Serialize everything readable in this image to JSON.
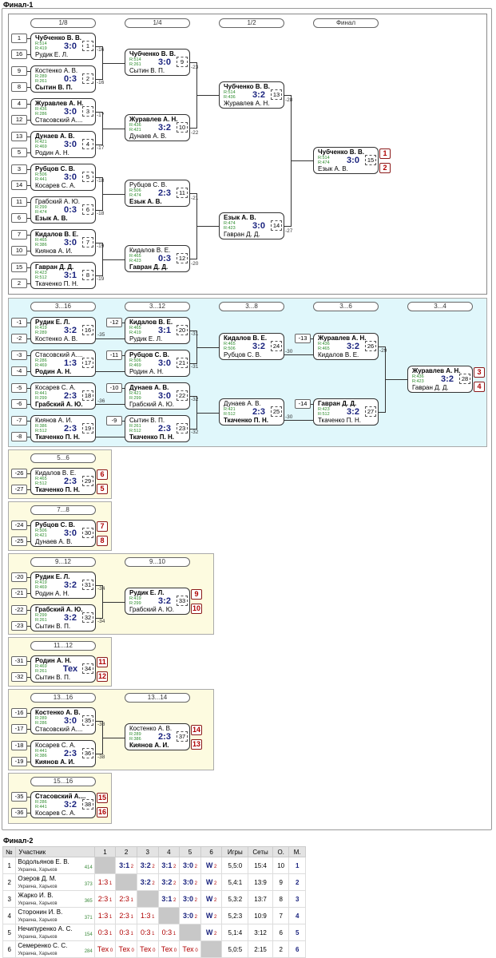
{
  "final1": {
    "title": "Финал-1",
    "rounds": {
      "r8": "1/8",
      "r4": "1/4",
      "r2": "1/2",
      "fin": "Финал"
    },
    "matches": [
      {
        "id": "m1",
        "p1": "Чубченко В. В.",
        "p2": "Рудик Е. Л.",
        "r1": "R:514",
        "r2": "R:419",
        "score": "3:0",
        "num": "1",
        "w": 1,
        "s1": "1",
        "s2": "16",
        "loser": "-16"
      },
      {
        "id": "m2",
        "p1": "Костенко А. В.",
        "p2": "Сытин В. П.",
        "r1": "R:289",
        "r2": "R:261",
        "score": "0:3",
        "num": "2",
        "w": 2,
        "s1": "9",
        "s2": "8",
        "loser": "-16"
      },
      {
        "id": "m3",
        "p1": "Журавлев А. Н.",
        "p2": "Стасовский А....",
        "r1": "R:436",
        "r2": "R:286",
        "score": "3:0",
        "num": "3",
        "w": 1,
        "s1": "4",
        "s2": "12",
        "loser": "-17"
      },
      {
        "id": "m4",
        "p1": "Дунаев А. В.",
        "p2": "Родин А. Н.",
        "r1": "R:421",
        "r2": "R:469",
        "score": "3:0",
        "num": "4",
        "w": 1,
        "s1": "13",
        "s2": "5",
        "loser": "-17"
      },
      {
        "id": "m5",
        "p1": "Рубцов С. В.",
        "p2": "Косарев С. А.",
        "r1": "R:506",
        "r2": "R:441",
        "score": "3:0",
        "num": "5",
        "w": 1,
        "s1": "3",
        "s2": "14",
        "loser": "-18"
      },
      {
        "id": "m6",
        "p1": "Грабский А. Ю.",
        "p2": "Езык А. В.",
        "r1": "R:299",
        "r2": "R:474",
        "score": "0:3",
        "num": "6",
        "w": 2,
        "s1": "11",
        "s2": "6",
        "loser": "-18"
      },
      {
        "id": "m7",
        "p1": "Кидалов В. Е.",
        "p2": "Киянов А. И.",
        "r1": "R:465",
        "r2": "R:386",
        "score": "3:0",
        "num": "7",
        "w": 1,
        "s1": "7",
        "s2": "10",
        "loser": "-19"
      },
      {
        "id": "m8",
        "p1": "Гавран Д. Д.",
        "p2": "Ткаченко П. Н.",
        "r1": "R:423",
        "r2": "R:512",
        "score": "3:1",
        "num": "8",
        "w": 1,
        "s1": "15",
        "s2": "2",
        "loser": "-19"
      },
      {
        "id": "m9",
        "p1": "Чубченко В. В.",
        "p2": "Сытин В. П.",
        "r1": "R:514",
        "r2": "R:261",
        "score": "3:0",
        "num": "9",
        "w": 1,
        "loser": "-23"
      },
      {
        "id": "m10",
        "p1": "Журавлев А. Н.",
        "p2": "Дунаев А. В.",
        "r1": "R:436",
        "r2": "R:421",
        "score": "3:2",
        "num": "10",
        "w": 1,
        "loser": "-22"
      },
      {
        "id": "m11",
        "p1": "Рубцов С. В.",
        "p2": "Езык А. В.",
        "r1": "R:506",
        "r2": "R:474",
        "score": "2:3",
        "num": "11",
        "w": 2,
        "loser": "-21"
      },
      {
        "id": "m12",
        "p1": "Кидалов В. Е.",
        "p2": "Гавран Д. Д.",
        "r1": "R:465",
        "r2": "R:423",
        "score": "0:3",
        "num": "12",
        "w": 2,
        "loser": "-20"
      },
      {
        "id": "m13",
        "p1": "Чубченко В. В.",
        "p2": "Журавлев А. Н.",
        "r1": "R:514",
        "r2": "R:436",
        "score": "3:2",
        "num": "13",
        "w": 1,
        "loser": "-28"
      },
      {
        "id": "m14",
        "p1": "Езык А. В.",
        "p2": "Гавран Д. Д.",
        "r1": "R:474",
        "r2": "R:423",
        "score": "3:0",
        "num": "14",
        "w": 1,
        "loser": "-27"
      },
      {
        "id": "m15",
        "p1": "Чубченко В. В.",
        "p2": "Езык А. В.",
        "r1": "R:514",
        "r2": "R:474",
        "score": "3:0",
        "num": "15",
        "w": 1,
        "pl1": "1",
        "pl2": "2"
      }
    ]
  },
  "cons": {
    "heads": {
      "h1": "3...16",
      "h2": "3...12",
      "h3": "3...8",
      "h4": "3...6",
      "h5": "3...4"
    },
    "matches": [
      {
        "id": "c16",
        "p1": "Рудик Е. Л.",
        "p2": "Костенко А. В.",
        "r1": "R:419",
        "r2": "R:289",
        "score": "3:2",
        "num": "16",
        "w": 1,
        "s1": "-1",
        "s2": "-2",
        "loser": "-35"
      },
      {
        "id": "c17",
        "p1": "Стасовский А....",
        "p2": "Родин А. Н.",
        "r1": "R:286",
        "r2": "R:469",
        "score": "1:3",
        "num": "17",
        "w": 2,
        "s1": "-3",
        "s2": "-4",
        "loser": "-35"
      },
      {
        "id": "c18",
        "p1": "Косарев С. А.",
        "p2": "Грабский А. Ю.",
        "r1": "R:441",
        "r2": "R:299",
        "score": "2:3",
        "num": "18",
        "w": 2,
        "s1": "-5",
        "s2": "-6",
        "loser": "-36"
      },
      {
        "id": "c19",
        "p1": "Киянов А. И.",
        "p2": "Ткаченко П. Н.",
        "r1": "R:386",
        "r2": "R:512",
        "score": "2:3",
        "num": "19",
        "w": 2,
        "s1": "-7",
        "s2": "-8",
        "loser": "-36"
      },
      {
        "id": "c20",
        "p1": "Кидалов В. Е.",
        "p2": "Рудик Е. Л.",
        "r1": "R:465",
        "r2": "R:419",
        "score": "3:1",
        "num": "20",
        "w": 1,
        "s1": "-12",
        "loser": "-31"
      },
      {
        "id": "c21",
        "p1": "Рубцов С. В.",
        "p2": "Родин А. Н.",
        "r1": "R:506",
        "r2": "R:469",
        "score": "3:0",
        "num": "21",
        "w": 1,
        "s1": "-11",
        "loser": "-31"
      },
      {
        "id": "c22",
        "p1": "Дунаев А. В.",
        "p2": "Грабский А. Ю.",
        "r1": "R:421",
        "r2": "R:299",
        "score": "3:0",
        "num": "22",
        "w": 1,
        "s1": "-10",
        "loser": "-32"
      },
      {
        "id": "c23",
        "p1": "Сытин В. П.",
        "p2": "Ткаченко П. Н.",
        "r1": "R:261",
        "r2": "R:512",
        "score": "2:3",
        "num": "23",
        "w": 2,
        "s1": "-9",
        "loser": "-32"
      },
      {
        "id": "c24",
        "p1": "Кидалов В. Е.",
        "p2": "Рубцов С. В.",
        "r1": "R:465",
        "r2": "R:506",
        "score": "3:2",
        "num": "24",
        "w": 1,
        "loser": "-30"
      },
      {
        "id": "c25",
        "p1": "Дунаев А. В.",
        "p2": "Ткаченко П. Н.",
        "r1": "R:421",
        "r2": "R:512",
        "score": "2:3",
        "num": "25",
        "w": 2,
        "loser": "-30"
      },
      {
        "id": "c26",
        "p1": "Журавлев А. Н.",
        "p2": "Кидалов В. Е.",
        "r1": "R:436",
        "r2": "R:465",
        "score": "3:2",
        "num": "26",
        "w": 1,
        "s1": "-13",
        "loser": "-29"
      },
      {
        "id": "c27",
        "p1": "Гавран Д. Д.",
        "p2": "Ткаченко П. Н.",
        "r1": "R:423",
        "r2": "R:512",
        "score": "3:2",
        "num": "27",
        "w": 1,
        "s1": "-14",
        "loser": "-29"
      },
      {
        "id": "c28",
        "p1": "Журавлев А. Н.",
        "p2": "Гавран Д. Д.",
        "r1": "R:436",
        "r2": "R:423",
        "score": "3:2",
        "num": "28",
        "w": 1,
        "pl1": "3",
        "pl2": "4"
      }
    ]
  },
  "small": [
    {
      "head": "5...6",
      "m": {
        "p1": "Кидалов В. Е.",
        "p2": "Ткаченко П. Н.",
        "r1": "R:465",
        "r2": "R:512",
        "score": "2:3",
        "num": "29",
        "w": 2,
        "s1": "-26",
        "s2": "-27",
        "pl1": "6",
        "pl2": "5"
      }
    },
    {
      "head": "7...8",
      "m": {
        "p1": "Рубцов С. В.",
        "p2": "Дунаев А. В.",
        "r1": "R:506",
        "r2": "R:421",
        "score": "3:0",
        "num": "30",
        "w": 1,
        "s1": "-24",
        "s2": "-25",
        "pl1": "7",
        "pl2": "8"
      }
    }
  ],
  "b912": {
    "head1": "9...12",
    "head2": "9...10",
    "m31": {
      "p1": "Рудик Е. Л.",
      "p2": "Родин А. Н.",
      "r1": "R:419",
      "r2": "R:469",
      "score": "3:2",
      "num": "31",
      "w": 1,
      "s1": "-20",
      "s2": "-21",
      "loser": "-34"
    },
    "m32": {
      "p1": "Грабский А. Ю.",
      "p2": "Сытин В. П.",
      "r1": "R:299",
      "r2": "R:261",
      "score": "3:2",
      "num": "32",
      "w": 1,
      "s1": "-22",
      "s2": "-23",
      "loser": "-34"
    },
    "m33": {
      "p1": "Рудик Е. Л.",
      "p2": "Грабский А. Ю.",
      "r1": "R:419",
      "r2": "R:299",
      "score": "3:2",
      "num": "33",
      "w": 1,
      "pl1": "9",
      "pl2": "10"
    }
  },
  "b1112": {
    "head": "11...12",
    "m": {
      "p1": "Родин А. Н.",
      "p2": "Сытин В. П.",
      "r1": "R:469",
      "r2": "R:261",
      "score": "Тех",
      "num": "34",
      "w": 1,
      "s1": "-31",
      "s2": "-32",
      "pl1": "11",
      "pl2": "12"
    }
  },
  "b1316": {
    "head1": "13...16",
    "head2": "13...14",
    "m35": {
      "p1": "Костенко А. В.",
      "p2": "Стасовский А....",
      "r1": "R:289",
      "r2": "R:286",
      "score": "3:0",
      "num": "35",
      "w": 1,
      "s1": "-16",
      "s2": "-17",
      "loser": "-38"
    },
    "m36": {
      "p1": "Косарев С. А.",
      "p2": "Киянов А. И.",
      "r1": "R:441",
      "r2": "R:386",
      "score": "2:3",
      "num": "36",
      "w": 2,
      "s1": "-18",
      "s2": "-19",
      "loser": "-38"
    },
    "m37": {
      "p1": "Костенко А. В.",
      "p2": "Киянов А. И.",
      "r1": "R:289",
      "r2": "R:386",
      "score": "2:3",
      "num": "37",
      "w": 2,
      "pl1": "14",
      "pl2": "13"
    }
  },
  "b1516": {
    "head": "15...16",
    "m": {
      "p1": "Стасовский А....",
      "p2": "Косарев С. А.",
      "r1": "R:286",
      "r2": "R:441",
      "score": "3:2",
      "num": "38",
      "w": 1,
      "s1": "-35",
      "s2": "-36",
      "pl1": "15",
      "pl2": "16"
    }
  },
  "final2": {
    "title": "Финал-2",
    "headers": [
      "№",
      "Участник",
      "1",
      "2",
      "3",
      "4",
      "5",
      "6",
      "Игры",
      "Сеты",
      "О.",
      "М."
    ],
    "rows": [
      {
        "n": "1",
        "name": "Водольянов Е. В.",
        "city": "Украина, Харьков",
        "pts": "414",
        "cells": [
          "",
          "3:1 2",
          "3:2 2",
          "3:1 2",
          "3:0 2",
          "W 2"
        ],
        "games": "5,5:0",
        "sets": "15:4",
        "o": "10",
        "m": "1"
      },
      {
        "n": "2",
        "name": "Озеров Д. М.",
        "city": "Украина, Харьков",
        "pts": "373",
        "cells": [
          "1:3 1",
          "",
          "3:2 2",
          "3:2 2",
          "3:0 2",
          "W 2"
        ],
        "games": "5,4:1",
        "sets": "13:9",
        "o": "9",
        "m": "2"
      },
      {
        "n": "3",
        "name": "Жарко И. В.",
        "city": "Украина, Харьков",
        "pts": "365",
        "cells": [
          "2:3 1",
          "2:3 1",
          "",
          "3:1 2",
          "3:0 2",
          "W 2"
        ],
        "games": "5,3:2",
        "sets": "13:7",
        "o": "8",
        "m": "3"
      },
      {
        "n": "4",
        "name": "Сторонин И. В.",
        "city": "Украина, Харьков",
        "pts": "371",
        "cells": [
          "1:3 1",
          "2:3 1",
          "1:3 1",
          "",
          "3:0 2",
          "W 2"
        ],
        "games": "5,2:3",
        "sets": "10:9",
        "o": "7",
        "m": "4"
      },
      {
        "n": "5",
        "name": "Нечипуренко А. С.",
        "city": "Украина, Харьков",
        "pts": "154",
        "cells": [
          "0:3 1",
          "0:3 1",
          "0:3 1",
          "0:3 1",
          "",
          "W 2"
        ],
        "games": "5,1:4",
        "sets": "3:12",
        "o": "6",
        "m": "5"
      },
      {
        "n": "6",
        "name": "Семеренко С. С.",
        "city": "Украина, Харьков",
        "pts": "284",
        "cells": [
          "Тех 0",
          "Тех 0",
          "Тех 0",
          "Тех 0",
          "Тех 0",
          ""
        ],
        "games": "5,0:5",
        "sets": "2:15",
        "o": "2",
        "m": "6"
      }
    ]
  }
}
